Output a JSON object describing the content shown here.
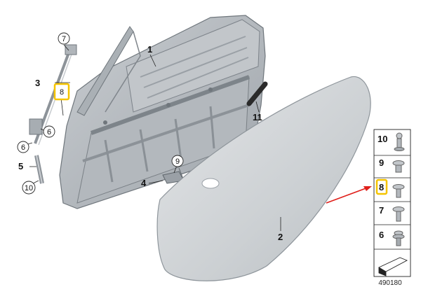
{
  "diagram": {
    "callouts": {
      "c1": "1",
      "c2": "2",
      "c3": "3",
      "c4": "4",
      "c5": "5",
      "c6a": "6",
      "c6b": "6",
      "c7": "7",
      "c8": "8",
      "c9": "9",
      "c10": "10",
      "c11": "11"
    },
    "legend": {
      "items": [
        "10",
        "9",
        "8",
        "7",
        "6"
      ]
    },
    "diagram_number": "490180"
  },
  "colors": {
    "highlight": "#f5c400",
    "arrow": "#e0201b",
    "panel": "#cfd2d5",
    "frame": "#9aa0a6"
  }
}
